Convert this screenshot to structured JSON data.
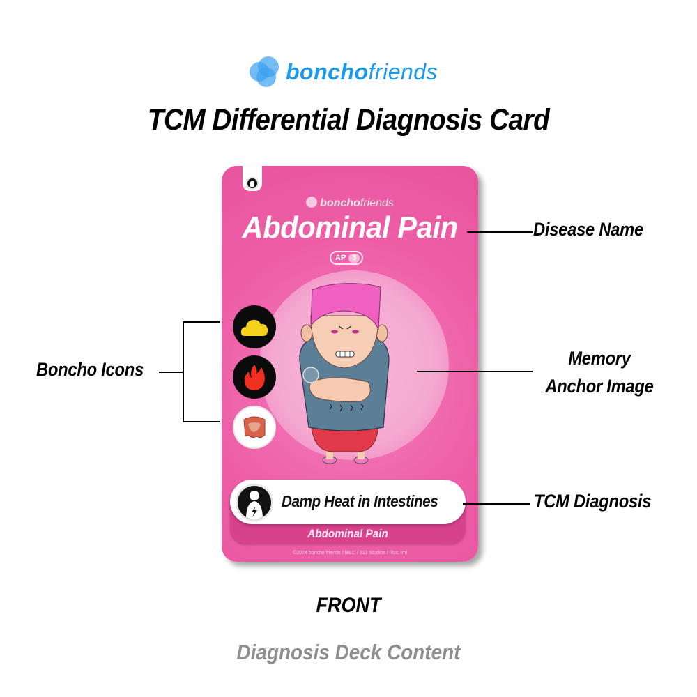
{
  "header": {
    "brand_bold": "boncho",
    "brand_light": "friends",
    "title": "TCM Differential Diagnosis Card"
  },
  "card": {
    "brand_bold": "boncho",
    "brand_light": "friends",
    "disease_name": "Abdominal Pain",
    "badge_code": "AP",
    "badge_number": "3",
    "icons": [
      {
        "name": "dampness-cloud-icon",
        "color": "#f2d21b",
        "bg": "#0b0b0b"
      },
      {
        "name": "heat-fire-icon",
        "color": "#f0301e",
        "bg": "#0b0b0b"
      },
      {
        "name": "intestines-icon",
        "color": "#d9634a",
        "bg": "#ffffff"
      }
    ],
    "diagnosis": "Damp Heat in Intestines",
    "diagnosis_subtitle": "Abdominal Pain",
    "copyright": "©2024 boncho friends / IBLC / 312 Studios / Illus. iml",
    "colors": {
      "card": "#ee5fa8",
      "halo": "#f7b6d8",
      "brand_blue": "#1a9aee"
    }
  },
  "callouts": {
    "disease_name": "Disease Name",
    "boncho_icons": "Boncho Icons",
    "memory_anchor_line1": "Memory",
    "memory_anchor_line2": "Anchor Image",
    "tcm_diagnosis": "TCM Diagnosis"
  },
  "footer": {
    "side": "FRONT",
    "deck": "Diagnosis Deck Content"
  }
}
